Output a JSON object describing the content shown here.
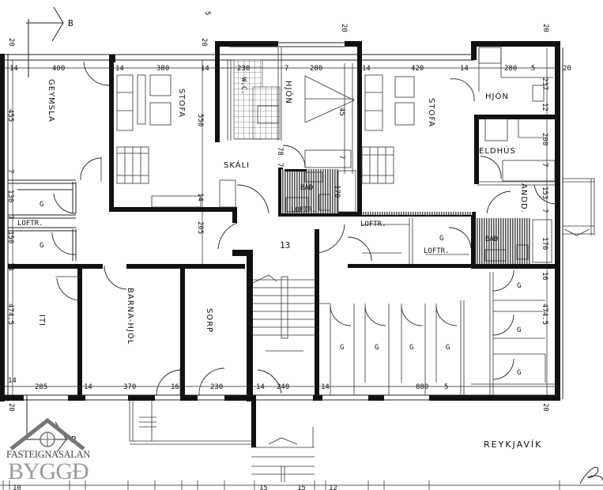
{
  "drawing": {
    "type": "architectural floor plan",
    "section_marker": "B",
    "city_label": "REYKJAVÍK",
    "stair_number": "13",
    "signature_fragment": "Bo"
  },
  "rooms": {
    "geymsla_left": "GEYMSLA",
    "stofa_left": "STOFA",
    "wc_top": "W.C.",
    "hjon_center": "HJÓN",
    "skali": "SKÁLI",
    "bad_center": "BAÐ",
    "loftr_center": "LOFTR.",
    "stofa_right": "STOFA",
    "hjon_right": "HJÓN",
    "eldhus": "ELDHÚS",
    "anddyri": "ANDD.",
    "bad_right": "BAÐ",
    "loftr_left": "LOFTR.",
    "loftr_mid": "LOFTR.",
    "loftr_right": "LOFTR.",
    "iti": "ITI",
    "barna_hjol": "BARNA-HJÓL",
    "sorp": "SORP",
    "storage_unit": "G"
  },
  "dimensions": {
    "top": [
      "14",
      "400",
      "14",
      "380",
      "14",
      "230",
      "7",
      "280",
      "14",
      "420",
      "14",
      "280",
      "5",
      "20"
    ],
    "top_wall_marks": [
      "20",
      "20",
      "20",
      "5"
    ],
    "bottom": [
      "14",
      "285",
      "14",
      "370",
      "16",
      "230",
      "14",
      "240",
      "14",
      "880",
      "5"
    ],
    "bottom_wall_marks": [
      "20",
      "20"
    ],
    "left_vertical": [
      "455",
      "7",
      "130",
      "7",
      "150",
      "14",
      "474.5"
    ],
    "center_vertical": [
      "550",
      "14",
      "205"
    ],
    "mid_vertical": [
      "78",
      "7",
      "45",
      "7",
      "170"
    ],
    "right_vertical": [
      "237",
      "12",
      "200",
      "7",
      "153",
      "7",
      "170",
      "16",
      "474.5"
    ],
    "bottom_ruler": [
      "10",
      "15",
      "15",
      "12"
    ]
  },
  "logo": {
    "line1": "FASTEIGNASALAN",
    "line2": "BYGGÐ"
  },
  "colors": {
    "ink": "#111111",
    "paper": "#ffffff",
    "hatch": "#777777",
    "logo_gray": "#9a9a9a"
  }
}
